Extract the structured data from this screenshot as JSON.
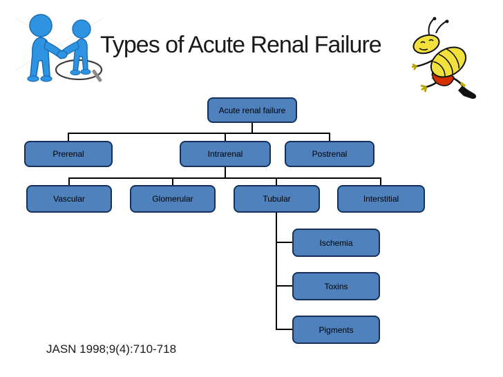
{
  "slide": {
    "title": "Types of Acute Renal Failure",
    "citation": "JASN 1998;9(4):710-718"
  },
  "icons": {
    "handshake": "handshake-figures-clipart",
    "ant": "running-ant-clipart"
  },
  "colors": {
    "box_fill": "#4f81bd",
    "box_border": "#15305a",
    "connector": "#000000",
    "title_text": "#1a1a1a",
    "figure_blue": "#2e93e0",
    "ant_yellow": "#f2e13c",
    "ant_red": "#d43000"
  },
  "diagram": {
    "type": "hierarchy",
    "root": {
      "label": "Acute renal failure",
      "children": [
        {
          "label": "Prerenal",
          "children": []
        },
        {
          "label": "Intrarenal",
          "children": [
            {
              "label": "Vascular",
              "children": []
            },
            {
              "label": "Glomerular",
              "children": []
            },
            {
              "label": "Tubular",
              "children": [
                {
                  "label": "Ischemia"
                },
                {
                  "label": "Toxins"
                },
                {
                  "label": "Pigments"
                }
              ]
            },
            {
              "label": "Interstitial",
              "children": []
            }
          ]
        },
        {
          "label": "Postrenal",
          "children": []
        }
      ]
    }
  }
}
